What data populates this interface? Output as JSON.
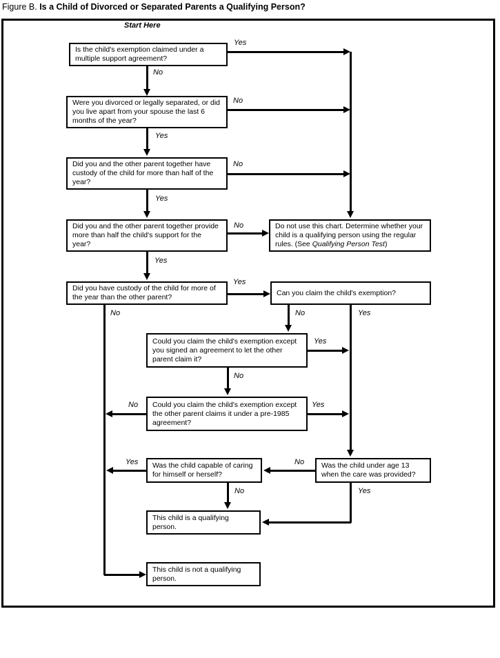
{
  "title": {
    "prefix": "Figure B.",
    "main": "Is a Child of Divorced or Separated Parents a Qualifying Person?"
  },
  "start_label": "Start Here",
  "nodes": {
    "q1": {
      "text": "Is the child's exemption claimed under a multiple support agreement?"
    },
    "q2": {
      "text": "Were you divorced or legally separated, or did you live apart from your spouse the last 6 months of the year?"
    },
    "q3": {
      "text": "Did you and the other parent together have custody of the child for more than half of the year?"
    },
    "q4": {
      "text": "Did you and the other parent together provide more than half the child's support for the year?"
    },
    "q5": {
      "text": "Did you have custody of the child for more of the year than the other parent?"
    },
    "do_not_use": {
      "pre": "Do not use this chart. Determine whether your child is a qualifying person using the regular rules. (See ",
      "italic": "Qualifying Person Test",
      "post": ")"
    },
    "can_claim": {
      "text": "Can you claim the child's exemption?"
    },
    "q6": {
      "text": "Could you claim the child's exemption except you signed an agreement to let the other parent claim it?"
    },
    "q7": {
      "text": "Could you claim the child's exemption except the other parent claims it under a pre-1985 agreement?"
    },
    "q8": {
      "text": "Was the child capable of caring for himself or herself?"
    },
    "age13": {
      "text": "Was the child under age 13 when the care was provided?"
    },
    "qualifying": {
      "text": "This child is a qualifying person."
    },
    "not_qualifying": {
      "text": "This child is not a qualifying person."
    }
  },
  "edges": {
    "q1_yes": "Yes",
    "q1_no": "No",
    "q2_no": "No",
    "q2_yes": "Yes",
    "q3_no": "No",
    "q3_yes": "Yes",
    "q4_no": "No",
    "q4_yes": "Yes",
    "q5_yes": "Yes",
    "q5_no": "No",
    "can_claim_no": "No",
    "can_claim_yes": "Yes",
    "q6_yes": "Yes",
    "q6_no": "No",
    "q7_no": "No",
    "q7_yes": "Yes",
    "q8_yes": "Yes",
    "q8_no": "No",
    "age13_no": "No",
    "age13_yes": "Yes"
  }
}
